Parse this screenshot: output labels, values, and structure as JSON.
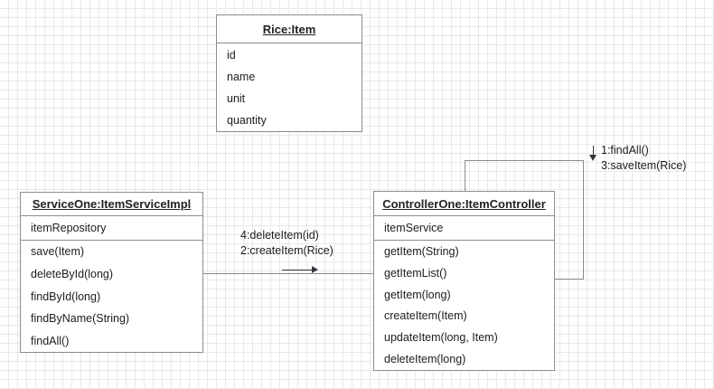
{
  "diagram": {
    "type": "uml-collaboration-diagram",
    "background": "#ffffff",
    "grid_color": "#e9e9e9",
    "border_color": "#8c8c8c",
    "text_color": "#1c1c1c"
  },
  "boxes": {
    "item": {
      "title": "Rice:Item",
      "attributes": [
        "id",
        "name",
        "unit",
        "quantity"
      ],
      "operations": []
    },
    "service": {
      "title": "ServiceOne:ItemServiceImpl",
      "attributes": [
        "itemRepository"
      ],
      "operations": [
        "save(Item)",
        "deleteById(long)",
        "findById(long)",
        "findByName(String)",
        "findAll()"
      ]
    },
    "controller": {
      "title": "ControllerOne:ItemController",
      "attributes": [
        "itemService"
      ],
      "operations": [
        "getItem(String)",
        "getItemList()",
        "getItem(long)",
        "createItem(Item)",
        "updateItem(long, Item)",
        "deleteItem(long)"
      ]
    }
  },
  "messages": {
    "center": {
      "line1": "4:deleteItem(id)",
      "line2": "2:createItem(Rice)",
      "arrow": "arrow-right"
    },
    "right": {
      "line1": "1:findAll()",
      "line2": "3:saveItem(Rice)",
      "arrow": "arrow-down"
    }
  }
}
